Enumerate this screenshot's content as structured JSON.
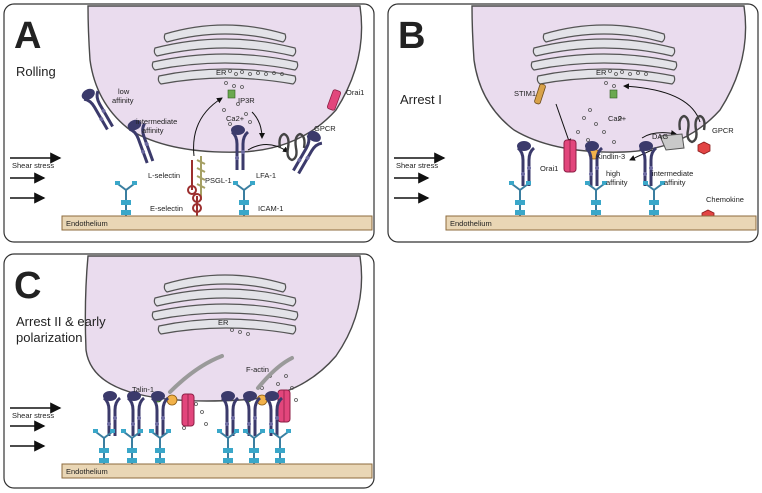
{
  "colors": {
    "cell_fill": "#eadcee",
    "cell_stroke": "#4a4a4a",
    "er_fill": "#e3e3e8",
    "endothelium_fill": "#e9d6b5",
    "endothelium_stroke": "#8d6b3d",
    "integrin": "#3b3a6b",
    "icam_blue": "#3aa7c9",
    "orai_pink": "#e2467c",
    "kindlin_orange": "#f2b24a",
    "talin_green": "#6aa84f",
    "chemokine_red": "#e24444",
    "selectin_red": "#9c2f2f",
    "psgl_olive": "#a5a064"
  },
  "panels": [
    {
      "letter": "A",
      "title": "Rolling",
      "endothelium": "Endothelium",
      "shear": "Shear stress",
      "labels": {
        "er": "ER",
        "ip3r": "IP3R",
        "ca": "Ca2+",
        "orai1": "Orai1",
        "gpcr": "GPCR",
        "low_affinity_1": "low",
        "low_affinity_2": "affinity",
        "intermediate_1": "intermediate",
        "intermediate_2": "affinity",
        "l_selectin": "L-selectin",
        "psgl1": "PSGL-1",
        "lfa1": "LFA-1",
        "e_selectin": "E-selectin",
        "icam1": "ICAM-1"
      }
    },
    {
      "letter": "B",
      "title": "Arrest I",
      "endothelium": "Endothelium",
      "shear": "Shear stress",
      "labels": {
        "er": "ER",
        "stim1": "STIM1",
        "ca": "Ca2+",
        "dag": "DAG",
        "gpcr": "GPCR",
        "kindlin3": "Kindlin-3",
        "orai1": "Orai1",
        "high_1": "high",
        "high_2": "affinity",
        "intermediate_1": "intermediate",
        "intermediate_2": "affinity",
        "chemokine": "Chemokine"
      }
    },
    {
      "letter": "C",
      "title_1": "Arrest II & early",
      "title_2": "polarization",
      "endothelium": "Endothelium",
      "shear": "Shear stress",
      "labels": {
        "er": "ER",
        "talin1": "Talin-1",
        "factin": "F-actin"
      }
    }
  ]
}
